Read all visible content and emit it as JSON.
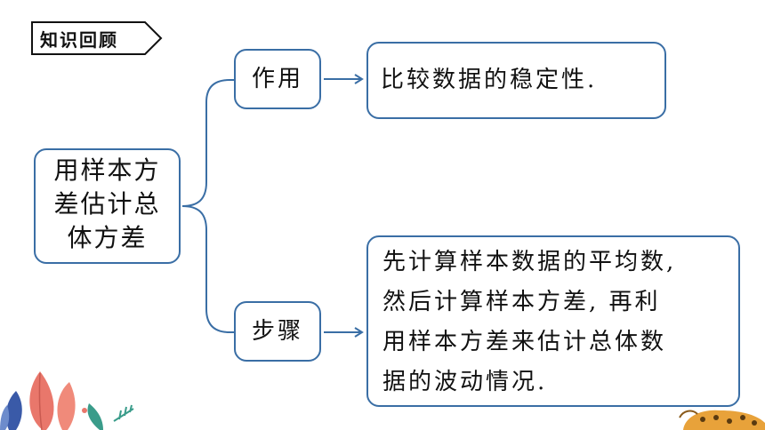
{
  "header_tag": "知识回顾",
  "center": {
    "lines": [
      "用样本方",
      "差估计总",
      "体方差"
    ]
  },
  "branches": [
    {
      "label": "作用",
      "desc_lines": [
        "比较数据的稳定性."
      ]
    },
    {
      "label": "步骤",
      "desc_lines": [
        "先计算样本数据的平均数,",
        "然后计算样本方差, 再利",
        "用样本方差来估计总体数",
        "据的波动情况."
      ]
    }
  ],
  "colors": {
    "border": "#3a6ea5",
    "connector": "#3a6ea5",
    "text": "#111111"
  }
}
